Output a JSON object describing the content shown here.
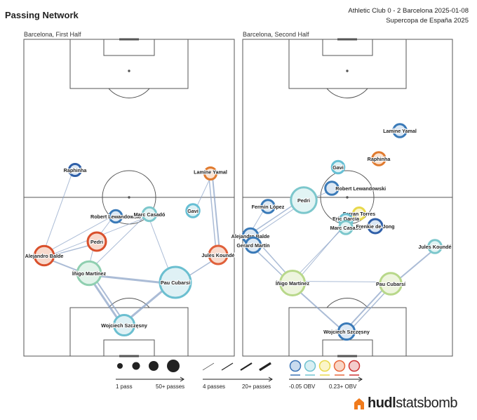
{
  "title": "Passing Network",
  "match": {
    "line1": "Athletic Club 0 - 2 Barcelona 2025-01-08",
    "line2": "Supercopa de España 2025"
  },
  "colors": {
    "pitch_line": "#555555",
    "obv_low": "#3a73b5",
    "obv_mid": "#6fc2d0",
    "obv_neutral": "#e8d84a",
    "obv_high": "#e8663a",
    "obv_top": "#cc3333",
    "pass_line": "#8fa5c8"
  },
  "halves": [
    {
      "label": "Barcelona, First Half",
      "players": [
        {
          "name": "Raphinha",
          "color": "#2f5fa8",
          "fill": "#dbe7f4",
          "size": 0.1
        },
        {
          "name": "Lamine Yamal",
          "color": "#e07a2e",
          "fill": "#fbe3d1",
          "size": 0.1
        },
        {
          "name": "Gavi",
          "color": "#66bfd4",
          "fill": "#ddf1f5",
          "size": 0.15
        },
        {
          "name": "Robert Lewandowski",
          "color": "#3a7ab8",
          "fill": "#dce8f4",
          "size": 0.12
        },
        {
          "name": "Marc Casadó",
          "color": "#7cc7cc",
          "fill": "#e2f4f4",
          "size": 0.18
        },
        {
          "name": "Pedri",
          "color": "#d9502c",
          "fill": "#f8d9cc",
          "size": 0.4
        },
        {
          "name": "Jules Koundé",
          "color": "#e0603a",
          "fill": "#f8dccf",
          "size": 0.4
        },
        {
          "name": "Alejandro Balde",
          "color": "#d9502c",
          "fill": "#f8d9cc",
          "size": 0.45
        },
        {
          "name": "Íñigo Martínez",
          "color": "#8fcfb0",
          "fill": "#e2f3ea",
          "size": 0.65
        },
        {
          "name": "Pau Cubarsí",
          "color": "#6bbfd0",
          "fill": "#dff1f5",
          "size": 1.0
        },
        {
          "name": "Wojciech Szczęsny",
          "color": "#6bbfd0",
          "fill": "#dff1f5",
          "size": 0.5
        }
      ]
    },
    {
      "label": "Barcelona, Second Half",
      "players": [
        {
          "name": "Lamine Yamal",
          "color": "#3a7ab8",
          "fill": "#dce8f4",
          "size": 0.15
        },
        {
          "name": "Raphinha",
          "color": "#e07a2e",
          "fill": "#fbe3d1",
          "size": 0.15
        },
        {
          "name": "Gavi",
          "color": "#66bfd4",
          "fill": "#ddf1f5",
          "size": 0.12
        },
        {
          "name": "Robert Lewandowski",
          "color": "#3a7ab8",
          "fill": "#dce8f4",
          "size": 0.15
        },
        {
          "name": "Pedri",
          "color": "#7cc7cc",
          "fill": "#e2f4f4",
          "size": 0.75
        },
        {
          "name": "Fermín López",
          "color": "#3a7ab8",
          "fill": "#dce8f4",
          "size": 0.15
        },
        {
          "name": "Ferran Torres",
          "color": "#e8d84a",
          "fill": "#fbf6cf",
          "size": 0.1
        },
        {
          "name": "Eric García",
          "color": "#6bbfd0",
          "fill": "#dff1f5",
          "size": 0.15
        },
        {
          "name": "Marc Casadó",
          "color": "#7cc7cc",
          "fill": "#e2f4f4",
          "size": 0.15
        },
        {
          "name": "Frenkie de Jong",
          "color": "#2f5fa8",
          "fill": "#dbe7f4",
          "size": 0.2
        },
        {
          "name": "Alejandro Balde",
          "color": "#3a7ab8",
          "fill": "#dce8f4",
          "size": 0.25
        },
        {
          "name": "Gerard Martín",
          "color": "#3a7ab8",
          "fill": "#dce8f4",
          "size": 0.25
        },
        {
          "name": "Jules Koundé",
          "color": "#7cc7cc",
          "fill": "#e2f4f4",
          "size": 0.15
        },
        {
          "name": "Íñigo Martínez",
          "color": "#b8d88a",
          "fill": "#eef5de",
          "size": 0.7
        },
        {
          "name": "Pau Cubarsí",
          "color": "#b8d88a",
          "fill": "#eef5de",
          "size": 0.55
        },
        {
          "name": "Wojciech Szczęsny",
          "color": "#3a7ab8",
          "fill": "#dce8f4",
          "size": 0.3
        }
      ]
    }
  ],
  "legend": {
    "pass_count_min": "1 pass",
    "pass_count_max": "50+ passes",
    "line_min": "4 passes",
    "line_max": "20+ passes",
    "obv_min": "-0.05 OBV",
    "obv_max": "0.23+ OBV"
  },
  "brand": {
    "part1": "hudl",
    "part2": "statsbomb"
  }
}
